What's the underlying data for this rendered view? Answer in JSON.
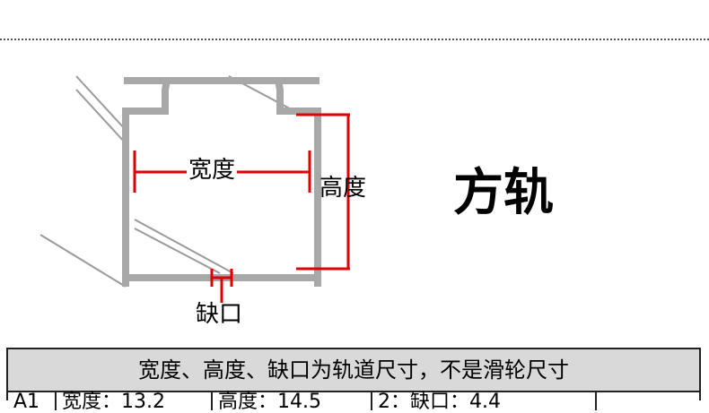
{
  "diagram": {
    "title": "方轨",
    "labels": {
      "width": "宽度",
      "height": "高度",
      "notch": "缺口"
    },
    "colors": {
      "rail": "#aaaaaa",
      "rail_dark": "#888888",
      "dimension": "#e00000"
    }
  },
  "table": {
    "header": "宽度、高度、缺口为轨道尺寸，不是滑轮尺寸",
    "row": [
      "A1",
      "宽度：13.2",
      "高度：14.5",
      "2：缺口：4.4",
      ""
    ]
  }
}
